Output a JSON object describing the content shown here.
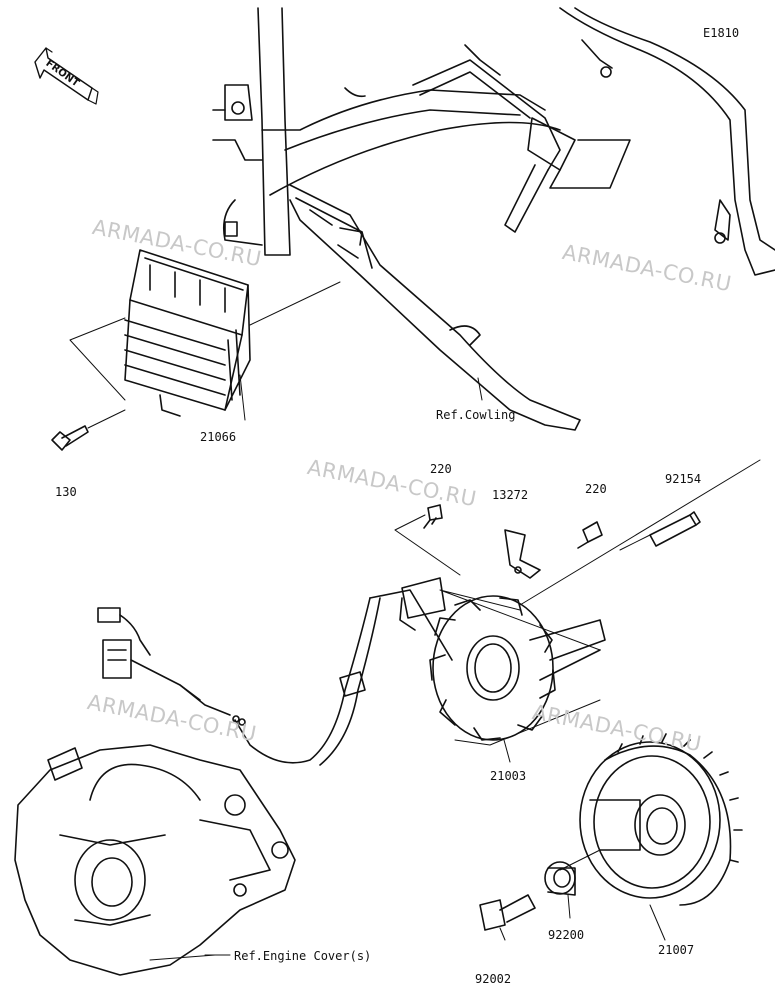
{
  "diagram_code": "E1810",
  "front_marker": "FRONT",
  "watermark": "ARMADA-CO.RU",
  "parts": {
    "p21066": "21066",
    "p130": "130",
    "ref_cowling": "Ref.Cowling",
    "p220a": "220",
    "p13272": "13272",
    "p220b": "220",
    "p92154": "92154",
    "p21003": "21003",
    "p21007": "21007",
    "p92200": "92200",
    "p92002": "92002",
    "ref_engine_cover": "Ref.Engine Cover(s)"
  }
}
